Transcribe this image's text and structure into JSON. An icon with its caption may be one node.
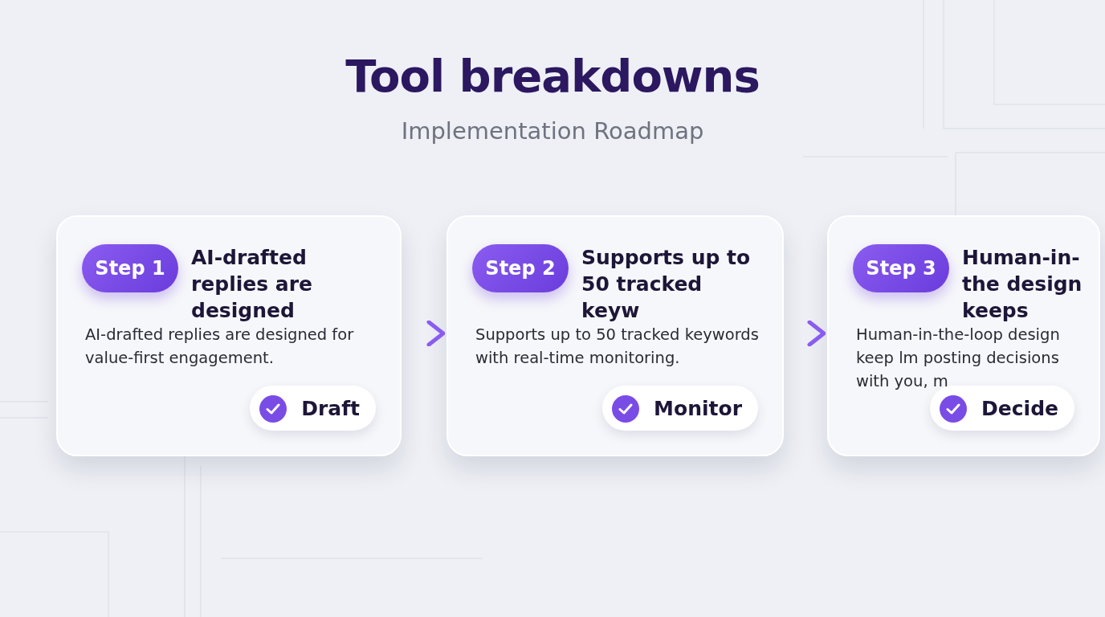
{
  "diagram": {
    "title": "Tool breakdowns",
    "caption": "Implementation Roadmap",
    "nodes": [
      {
        "text": [
          "AI-drafted replies are designed",
          "AI-drafted replies are designed for value-first engagement."
        ]
      },
      {
        "text": [
          "Step 1"
        ],
        "in": 0
      },
      {
        "text": [
          "Draft"
        ],
        "in": 0
      },
      {
        "text": [
          "Supports up to 50 tracked keyw",
          "Supports up to 50 tracked keywords with real-time monitoring."
        ]
      },
      {
        "text": [
          "Step 2"
        ],
        "in": 3
      },
      {
        "text": [
          "Monitor"
        ],
        "in": 3
      },
      {
        "text": [
          "Human-in-the design keeps",
          "Human-in-the-loop design keep lm posting decisions with you, m"
        ]
      },
      {
        "text": [
          "Step 3"
        ],
        "in": 6
      },
      {
        "text": [
          "Decide"
        ],
        "in": 6
      }
    ],
    "edges": [
      {
        "from": 0,
        "to": 3,
        "arrow": "to"
      },
      {
        "from": 3,
        "to": 6,
        "arrow": "to"
      }
    ]
  }
}
